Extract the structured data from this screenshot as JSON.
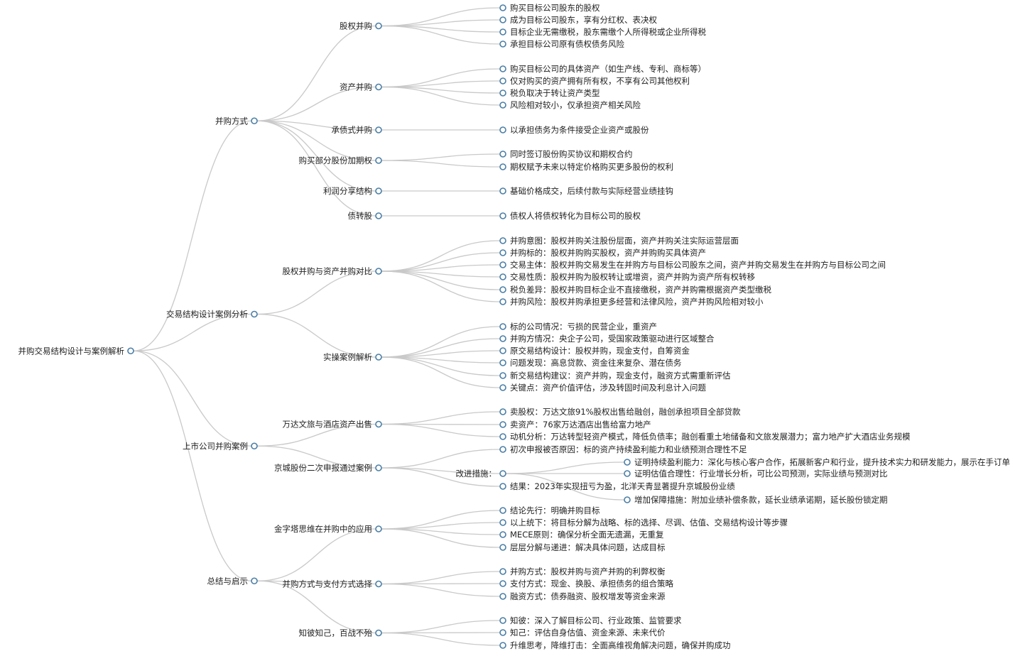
{
  "root": {
    "label": "并购交易结构设计与案例解析",
    "children": [
      {
        "label": "并购方式",
        "children": [
          {
            "label": "股权并购",
            "children": [
              {
                "label": "购买目标公司股东的股权"
              },
              {
                "label": "成为目标公司股东，享有分红权、表决权"
              },
              {
                "label": "目标企业无需缴税，股东需缴个人所得税或企业所得税"
              },
              {
                "label": "承担目标公司原有债权债务风险"
              }
            ]
          },
          {
            "label": "资产并购",
            "children": [
              {
                "label": "购买目标公司的具体资产（如生产线、专利、商标等）"
              },
              {
                "label": "仅对购买的资产拥有所有权，不享有公司其他权利"
              },
              {
                "label": "税负取决于转让资产类型"
              },
              {
                "label": "风险相对较小，仅承担资产相关风险"
              }
            ]
          },
          {
            "label": "承债式并购",
            "children": [
              {
                "label": "以承担债务为条件接受企业资产或股份"
              }
            ]
          },
          {
            "label": "购买部分股份加期权",
            "children": [
              {
                "label": "同时签订股份购买协议和期权合约"
              },
              {
                "label": "期权赋予未来以特定价格购买更多股份的权利"
              }
            ]
          },
          {
            "label": "利润分享结构",
            "children": [
              {
                "label": "基础价格成交，后续付款与实际经营业绩挂钩"
              }
            ]
          },
          {
            "label": "债转股",
            "children": [
              {
                "label": "债权人将债权转化为目标公司的股权"
              }
            ]
          }
        ]
      },
      {
        "label": "交易结构设计案例分析",
        "children": [
          {
            "label": "股权并购与资产并购对比",
            "children": [
              {
                "label": "并购意图：股权并购关注股份层面，资产并购关注实际运营层面"
              },
              {
                "label": "并购标的：股权并购购买股权，资产并购购买具体资产"
              },
              {
                "label": "交易主体：股权并购交易发生在并购方与目标公司股东之间，资产并购交易发生在并购方与目标公司之间"
              },
              {
                "label": "交易性质：股权并购为股权转让或增资，资产并购为资产所有权转移"
              },
              {
                "label": "税负差异：股权并购目标企业不直接缴税，资产并购需根据资产类型缴税"
              },
              {
                "label": "并购风险：股权并购承担更多经营和法律风险，资产并购风险相对较小"
              }
            ]
          },
          {
            "label": "实操案例解析",
            "children": [
              {
                "label": "标的公司情况：亏损的民营企业，重资产"
              },
              {
                "label": "并购方情况：央企子公司，受国家政策驱动进行区域整合"
              },
              {
                "label": "原交易结构设计：股权并购，现金支付，自筹资金"
              },
              {
                "label": "问题发现：高息贷款、资金往来复杂、潜在债务"
              },
              {
                "label": "新交易结构建议：资产并购，现金支付，融资方式需重新评估"
              },
              {
                "label": "关键点：资产价值评估，涉及转固时间及利息计入问题"
              }
            ]
          }
        ]
      },
      {
        "label": "上市公司并购案例",
        "children": [
          {
            "label": "万达文旅与酒店资产出售",
            "children": [
              {
                "label": "卖股权：万达文旅91%股权出售给融创，融创承担项目全部贷款"
              },
              {
                "label": "卖资产：76家万达酒店出售给富力地产"
              },
              {
                "label": "动机分析：万达转型轻资产模式，降低负债率；融创看重土地储备和文旅发展潜力；富力地产扩大酒店业务规模"
              }
            ]
          },
          {
            "label": "京城股份二次申报通过案例",
            "children": [
              {
                "label": "初次申报被否原因：标的资产持续盈利能力和业绩预测合理性不足"
              },
              {
                "label": "改进措施：",
                "children": [
                  {
                    "label": "证明持续盈利能力：深化与核心客户合作，拓展新客户和行业，提升技术实力和研发能力，展示在手订单"
                  },
                  {
                    "label": "证明估值合理性：行业增长分析，可比公司预测，实际业绩与预测对比"
                  },
                  {
                    "label": "增加保障措施：附加业绩补偿条款，延长业绩承诺期，延长股份锁定期"
                  }
                ]
              },
              {
                "label": "结果：2023年实现扭亏为盈，北洋天青显著提升京城股份业绩"
              }
            ]
          }
        ]
      },
      {
        "label": "总结与启示",
        "children": [
          {
            "label": "金字塔思维在并购中的应用",
            "children": [
              {
                "label": "结论先行：明确并购目标"
              },
              {
                "label": "以上统下：将目标分解为战略、标的选择、尽调、估值、交易结构设计等步骤"
              },
              {
                "label": "MECE原则：确保分析全面无遗漏，无重复"
              },
              {
                "label": "层层分解与递进：解决具体问题，达成目标"
              }
            ]
          },
          {
            "label": "并购方式与支付方式选择",
            "children": [
              {
                "label": "并购方式：股权并购与资产并购的利弊权衡"
              },
              {
                "label": "支付方式：现金、换股、承担债务的组合策略"
              },
              {
                "label": "融资方式：债券融资、股权增发等资金来源"
              }
            ]
          },
          {
            "label": "知彼知己，百战不殆",
            "children": [
              {
                "label": "知彼：深入了解目标公司、行业政策、监管要求"
              },
              {
                "label": "知己：评估自身估值、资金来源、未来代价"
              },
              {
                "label": "升维思考，降维打击：全面高维视角解决问题，确保并购成功"
              }
            ]
          }
        ]
      }
    ]
  }
}
